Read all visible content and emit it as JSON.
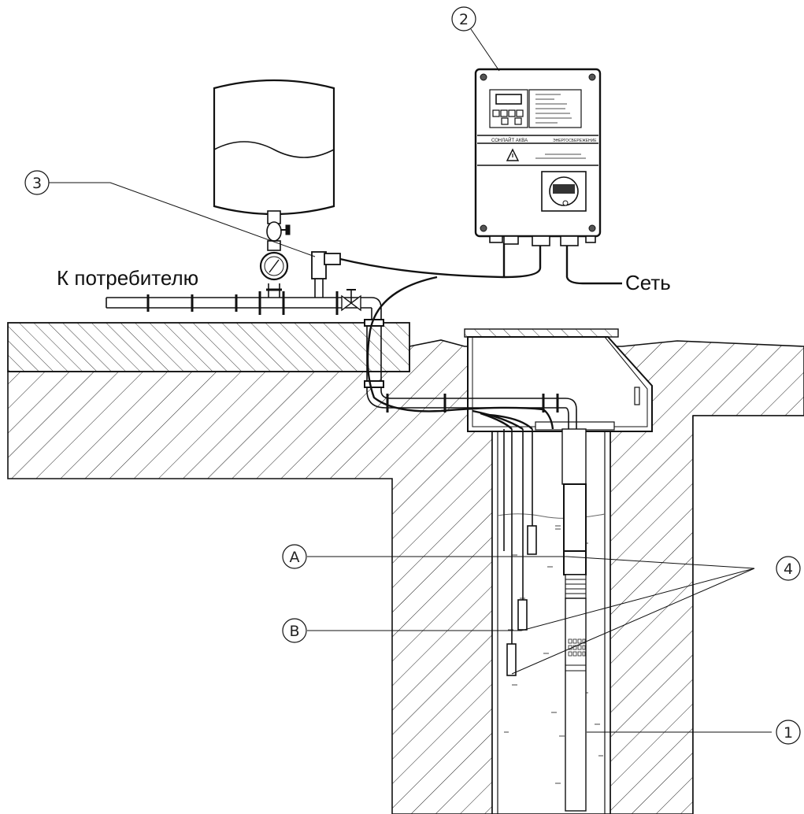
{
  "labels": {
    "to_consumer": "К потребителю",
    "mains": "Сеть"
  },
  "callouts": {
    "c1": "1",
    "c2": "2",
    "c3": "3",
    "c4": "4",
    "cA": "A",
    "cB": "B"
  },
  "control_box": {
    "model": "СОНЛАЙТ АКВА",
    "brand": "ЭНЕРГОСБЕРЕЖЕНИЕ"
  }
}
